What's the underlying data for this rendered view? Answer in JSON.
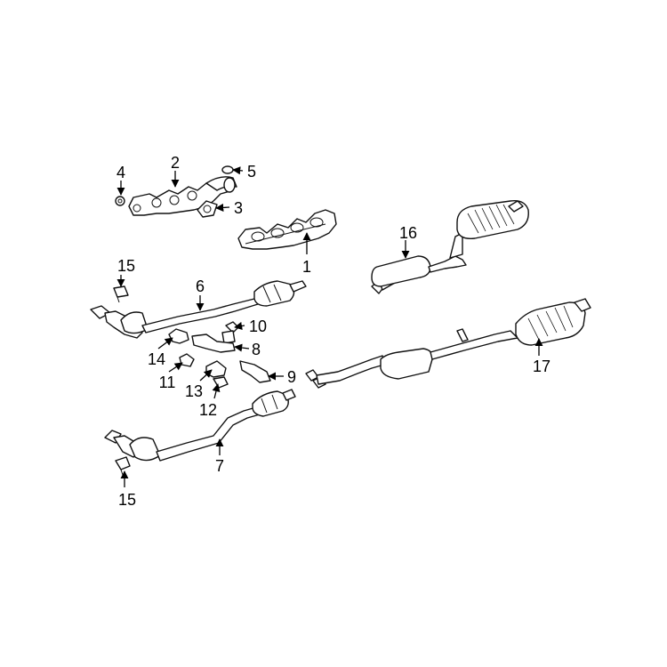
{
  "callouts": {
    "c1": "1",
    "c2": "2",
    "c3": "3",
    "c4": "4",
    "c5": "5",
    "c6": "6",
    "c7": "7",
    "c8": "8",
    "c9": "9",
    "c10": "10",
    "c11": "11",
    "c12": "12",
    "c13": "13",
    "c14": "14",
    "c15a": "15",
    "c15b": "15",
    "c16": "16",
    "c17": "17"
  },
  "colors": {
    "line": "#111111",
    "background": "#ffffff"
  }
}
